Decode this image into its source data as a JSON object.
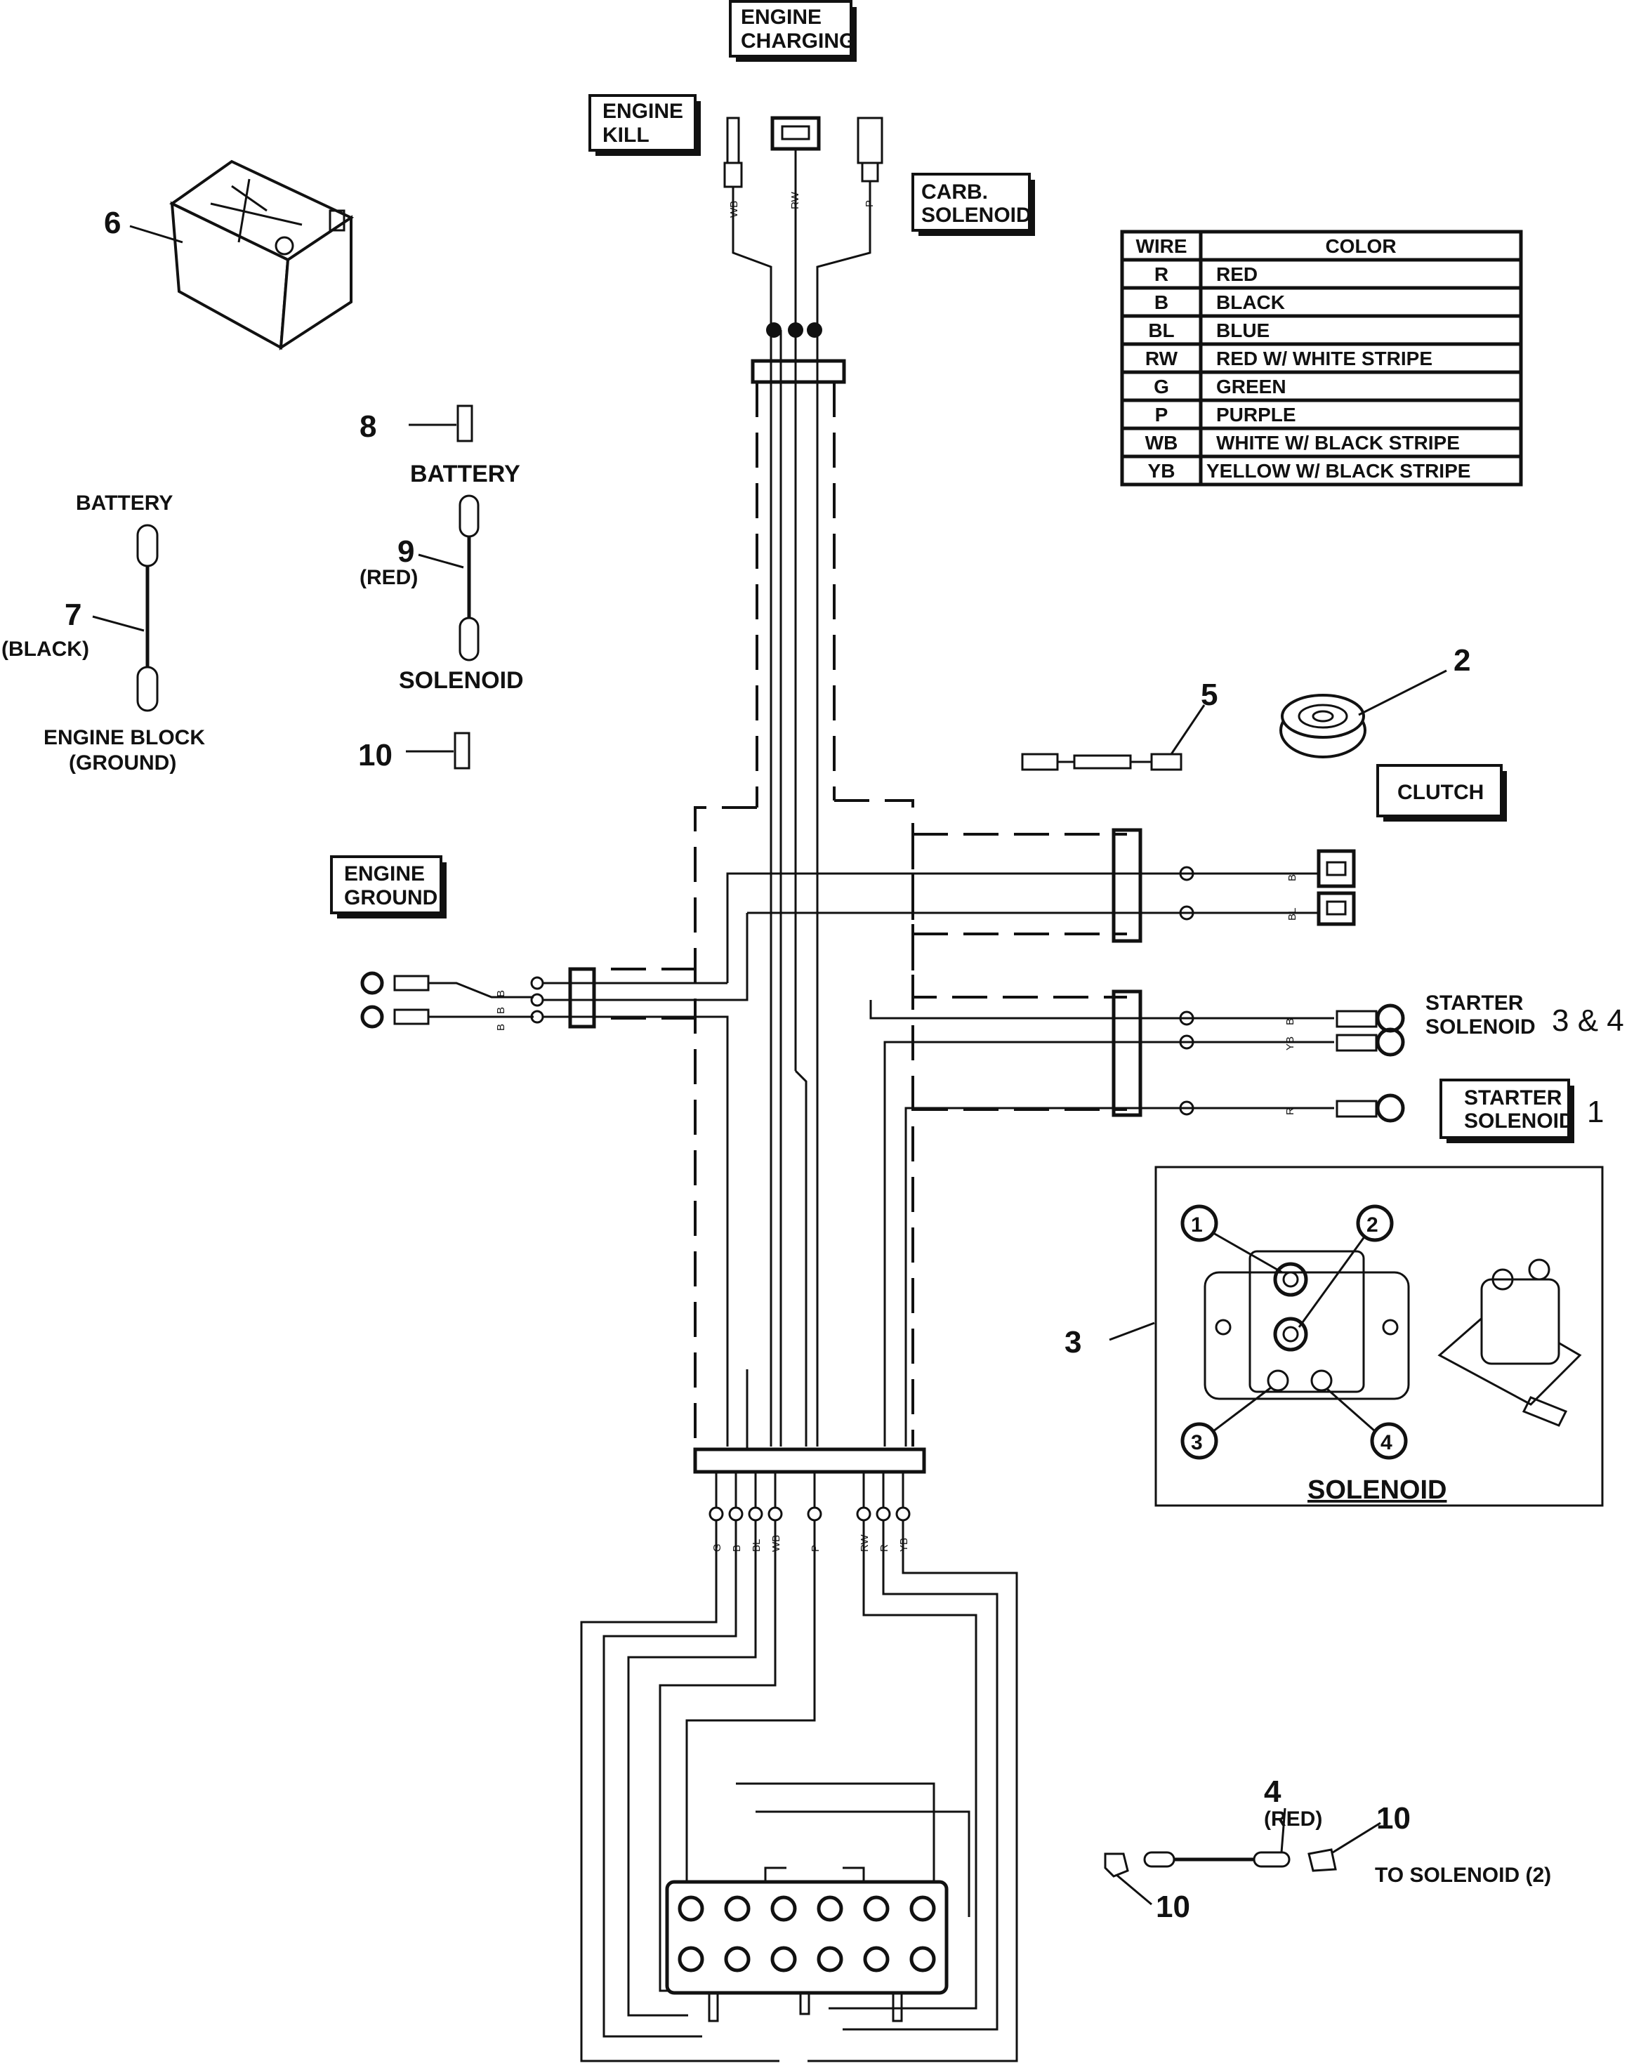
{
  "labels": {
    "engine_charging": [
      "ENGINE",
      "CHARGING"
    ],
    "engine_kill": [
      "ENGINE",
      "KILL"
    ],
    "carb_solenoid": [
      "CARB.",
      "SOLENOID"
    ],
    "engine_ground": [
      "ENGINE",
      "GROUND"
    ],
    "clutch": "CLUTCH",
    "starter_solenoid_a": [
      "STARTER",
      "SOLENOID"
    ],
    "starter_solenoid_a_ref": "3 & 4",
    "starter_solenoid_b": [
      "STARTER",
      "SOLENOID"
    ],
    "starter_solenoid_b_ref": "1",
    "solenoid_title": "SOLENOID",
    "to_solenoid": "TO SOLENOID (2)"
  },
  "parts": {
    "p6": "6",
    "p8": "8",
    "p8_label": "BATTERY",
    "p7": "7",
    "p7_color": "(BLACK)",
    "p7_top": "BATTERY",
    "p7_bottom": [
      "ENGINE BLOCK",
      "(GROUND)"
    ],
    "p9": "9",
    "p9_color": "(RED)",
    "p9_bottom": "SOLENOID",
    "p10": "10",
    "p5": "5",
    "p2": "2",
    "p3": "3",
    "p4": "4",
    "p4_color": "(RED)",
    "p10b": "10",
    "p10c": "10"
  },
  "solenoid_terminals": [
    "1",
    "2",
    "3",
    "4"
  ],
  "wire_table": {
    "headers": [
      "WIRE",
      "COLOR"
    ],
    "rows": [
      [
        "R",
        "RED"
      ],
      [
        "B",
        "BLACK"
      ],
      [
        "BL",
        "BLUE"
      ],
      [
        "RW",
        "RED W/ WHITE STRIPE"
      ],
      [
        "G",
        "GREEN"
      ],
      [
        "P",
        "PURPLE"
      ],
      [
        "WB",
        "WHITE W/ BLACK STRIPE"
      ],
      [
        "YB",
        "YELLOW W/ BLACK STRIPE"
      ]
    ]
  },
  "wire_tags": {
    "top": [
      "WB",
      "RW",
      "P"
    ],
    "clutch": [
      "B",
      "BL"
    ],
    "ground": [
      "B",
      "B",
      "B"
    ],
    "starter_a": [
      "B",
      "YB"
    ],
    "starter_b": "R",
    "bottom": [
      "G",
      "B",
      "BL",
      "WB",
      "P",
      "RW",
      "R",
      "YB"
    ]
  }
}
